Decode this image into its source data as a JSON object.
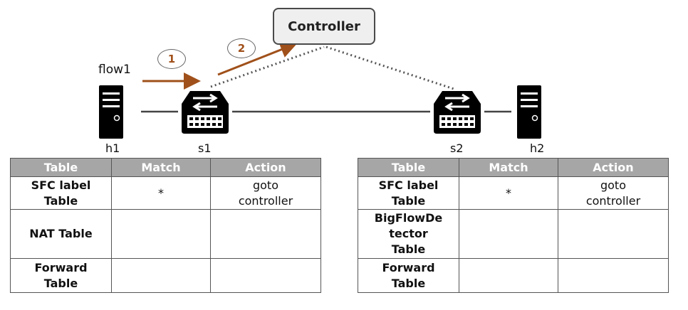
{
  "controller": {
    "label": "Controller"
  },
  "flow_label": "flow1",
  "steps": [
    "1",
    "2"
  ],
  "nodes": {
    "h1": "h1",
    "s1": "s1",
    "s2": "s2",
    "h2": "h2"
  },
  "colors": {
    "arrow": "#a0501a",
    "header_bg": "#a6a6a6",
    "device": "#000000"
  },
  "tables": {
    "s1": {
      "headers": [
        "Table",
        "Match",
        "Action"
      ],
      "rows": [
        {
          "table": "SFC label\nTable",
          "match": "*",
          "action": "goto\ncontroller"
        },
        {
          "table": "NAT Table",
          "match": "",
          "action": ""
        },
        {
          "table": "Forward\nTable",
          "match": "",
          "action": ""
        }
      ]
    },
    "s2": {
      "headers": [
        "Table",
        "Match",
        "Action"
      ],
      "rows": [
        {
          "table": "SFC label\nTable",
          "match": "*",
          "action": "goto\ncontroller"
        },
        {
          "table": "BigFlowDe\ntector\nTable",
          "match": "",
          "action": ""
        },
        {
          "table": "Forward\nTable",
          "match": "",
          "action": ""
        }
      ]
    }
  }
}
